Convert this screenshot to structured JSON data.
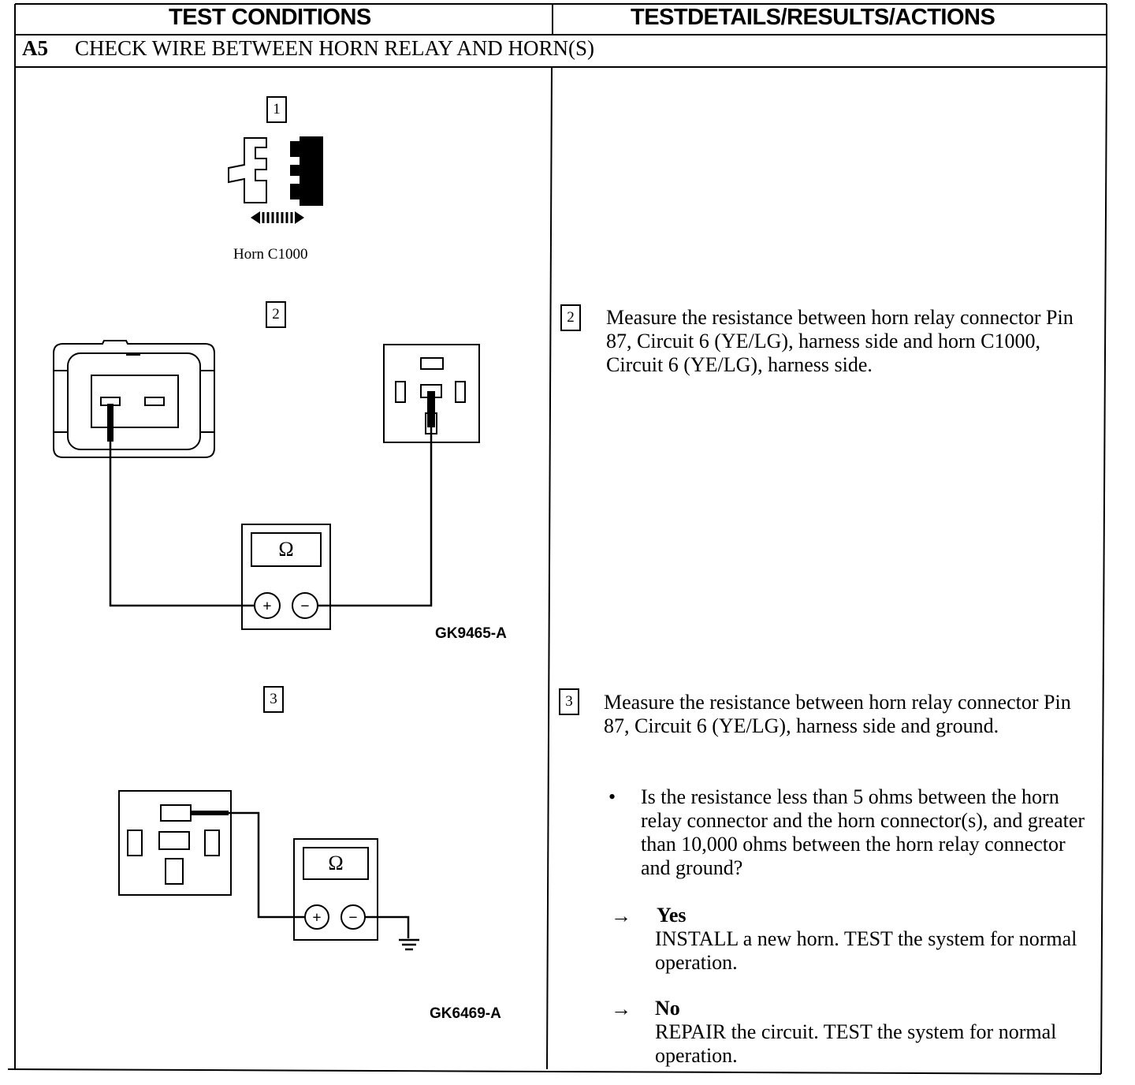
{
  "header": {
    "left": "TEST CONDITIONS",
    "right": "TESTDETAILS/RESULTS/ACTIONS"
  },
  "test": {
    "id": "A5",
    "title": "CHECK WIRE BETWEEN HORN RELAY AND HORN(S)"
  },
  "steps": {
    "s1": {
      "num": "1",
      "caption": "Horn C1000"
    },
    "s2": {
      "num": "2",
      "figure_id": "GK9465-A",
      "meter_symbol": "Ω",
      "text": "Measure the resistance between horn relay connector Pin 87, Circuit 6 (YE/LG), harness side and horn C1000, Circuit 6 (YE/LG), harness side."
    },
    "s3": {
      "num": "3",
      "figure_id": "GK6469-A",
      "meter_symbol": "Ω",
      "text": "Measure the resistance between horn relay connector Pin 87, Circuit 6 (YE/LG), harness side and ground.",
      "bullet_symbol": "•",
      "question": "Is the resistance less than 5 ohms between the horn relay connector and the horn connector(s), and greater than 10,000 ohms between the horn relay connector and ground?",
      "yes": {
        "arrow": "→",
        "label": "Yes",
        "action": "INSTALL a new horn. TEST the system for normal operation."
      },
      "no": {
        "arrow": "→",
        "label": "No",
        "action": "REPAIR the circuit. TEST the system for normal operation."
      }
    }
  },
  "meter_plus": "+",
  "meter_minus": "−"
}
